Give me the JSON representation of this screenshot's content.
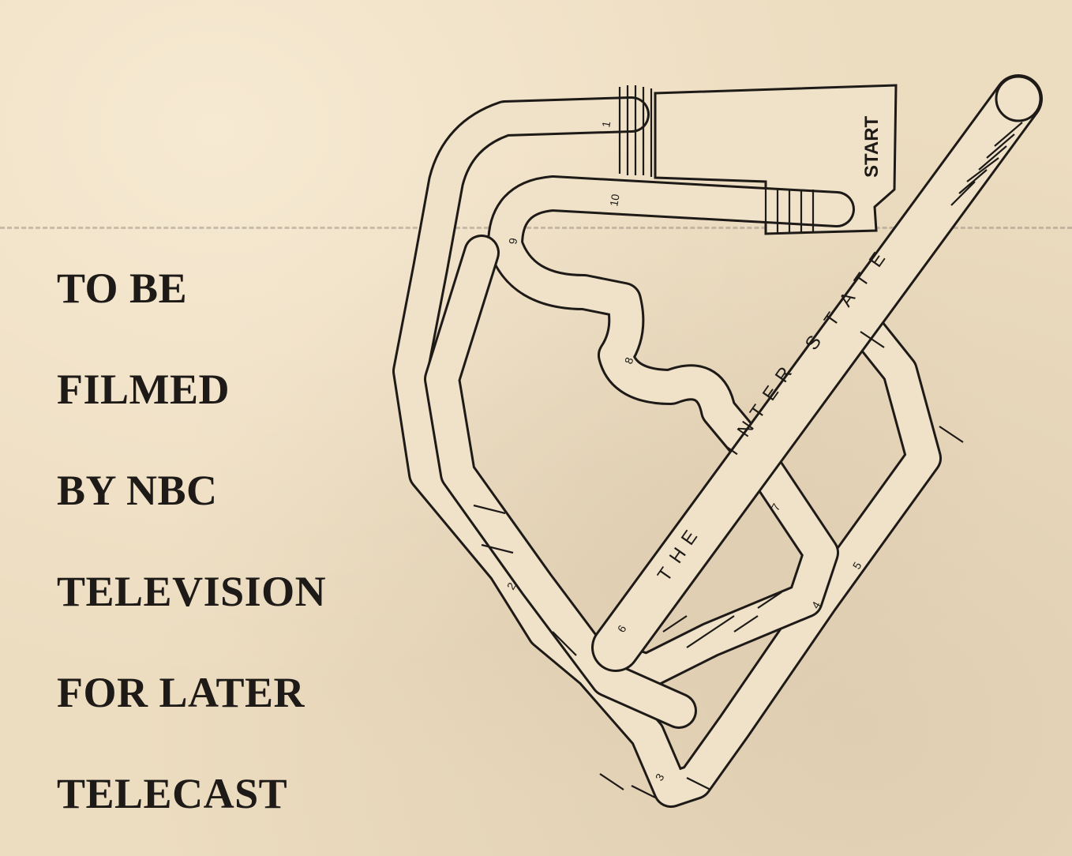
{
  "caption": {
    "line1": "TO BE",
    "line2": "FILMED",
    "line3": "BY NBC",
    "line4": "TELEVISION",
    "line5": "FOR LATER",
    "line6": "TELECAST"
  },
  "map": {
    "start_label": "START",
    "interstate_label": "THE INTERSTATE",
    "interstate_letters": [
      "T",
      "H",
      "E",
      "I",
      "N",
      "T",
      "E",
      "R",
      "S",
      "T",
      "A",
      "T",
      "E"
    ],
    "section_numbers": [
      "1",
      "2",
      "3",
      "4",
      "5",
      "6",
      "7",
      "8",
      "9",
      "10"
    ]
  }
}
